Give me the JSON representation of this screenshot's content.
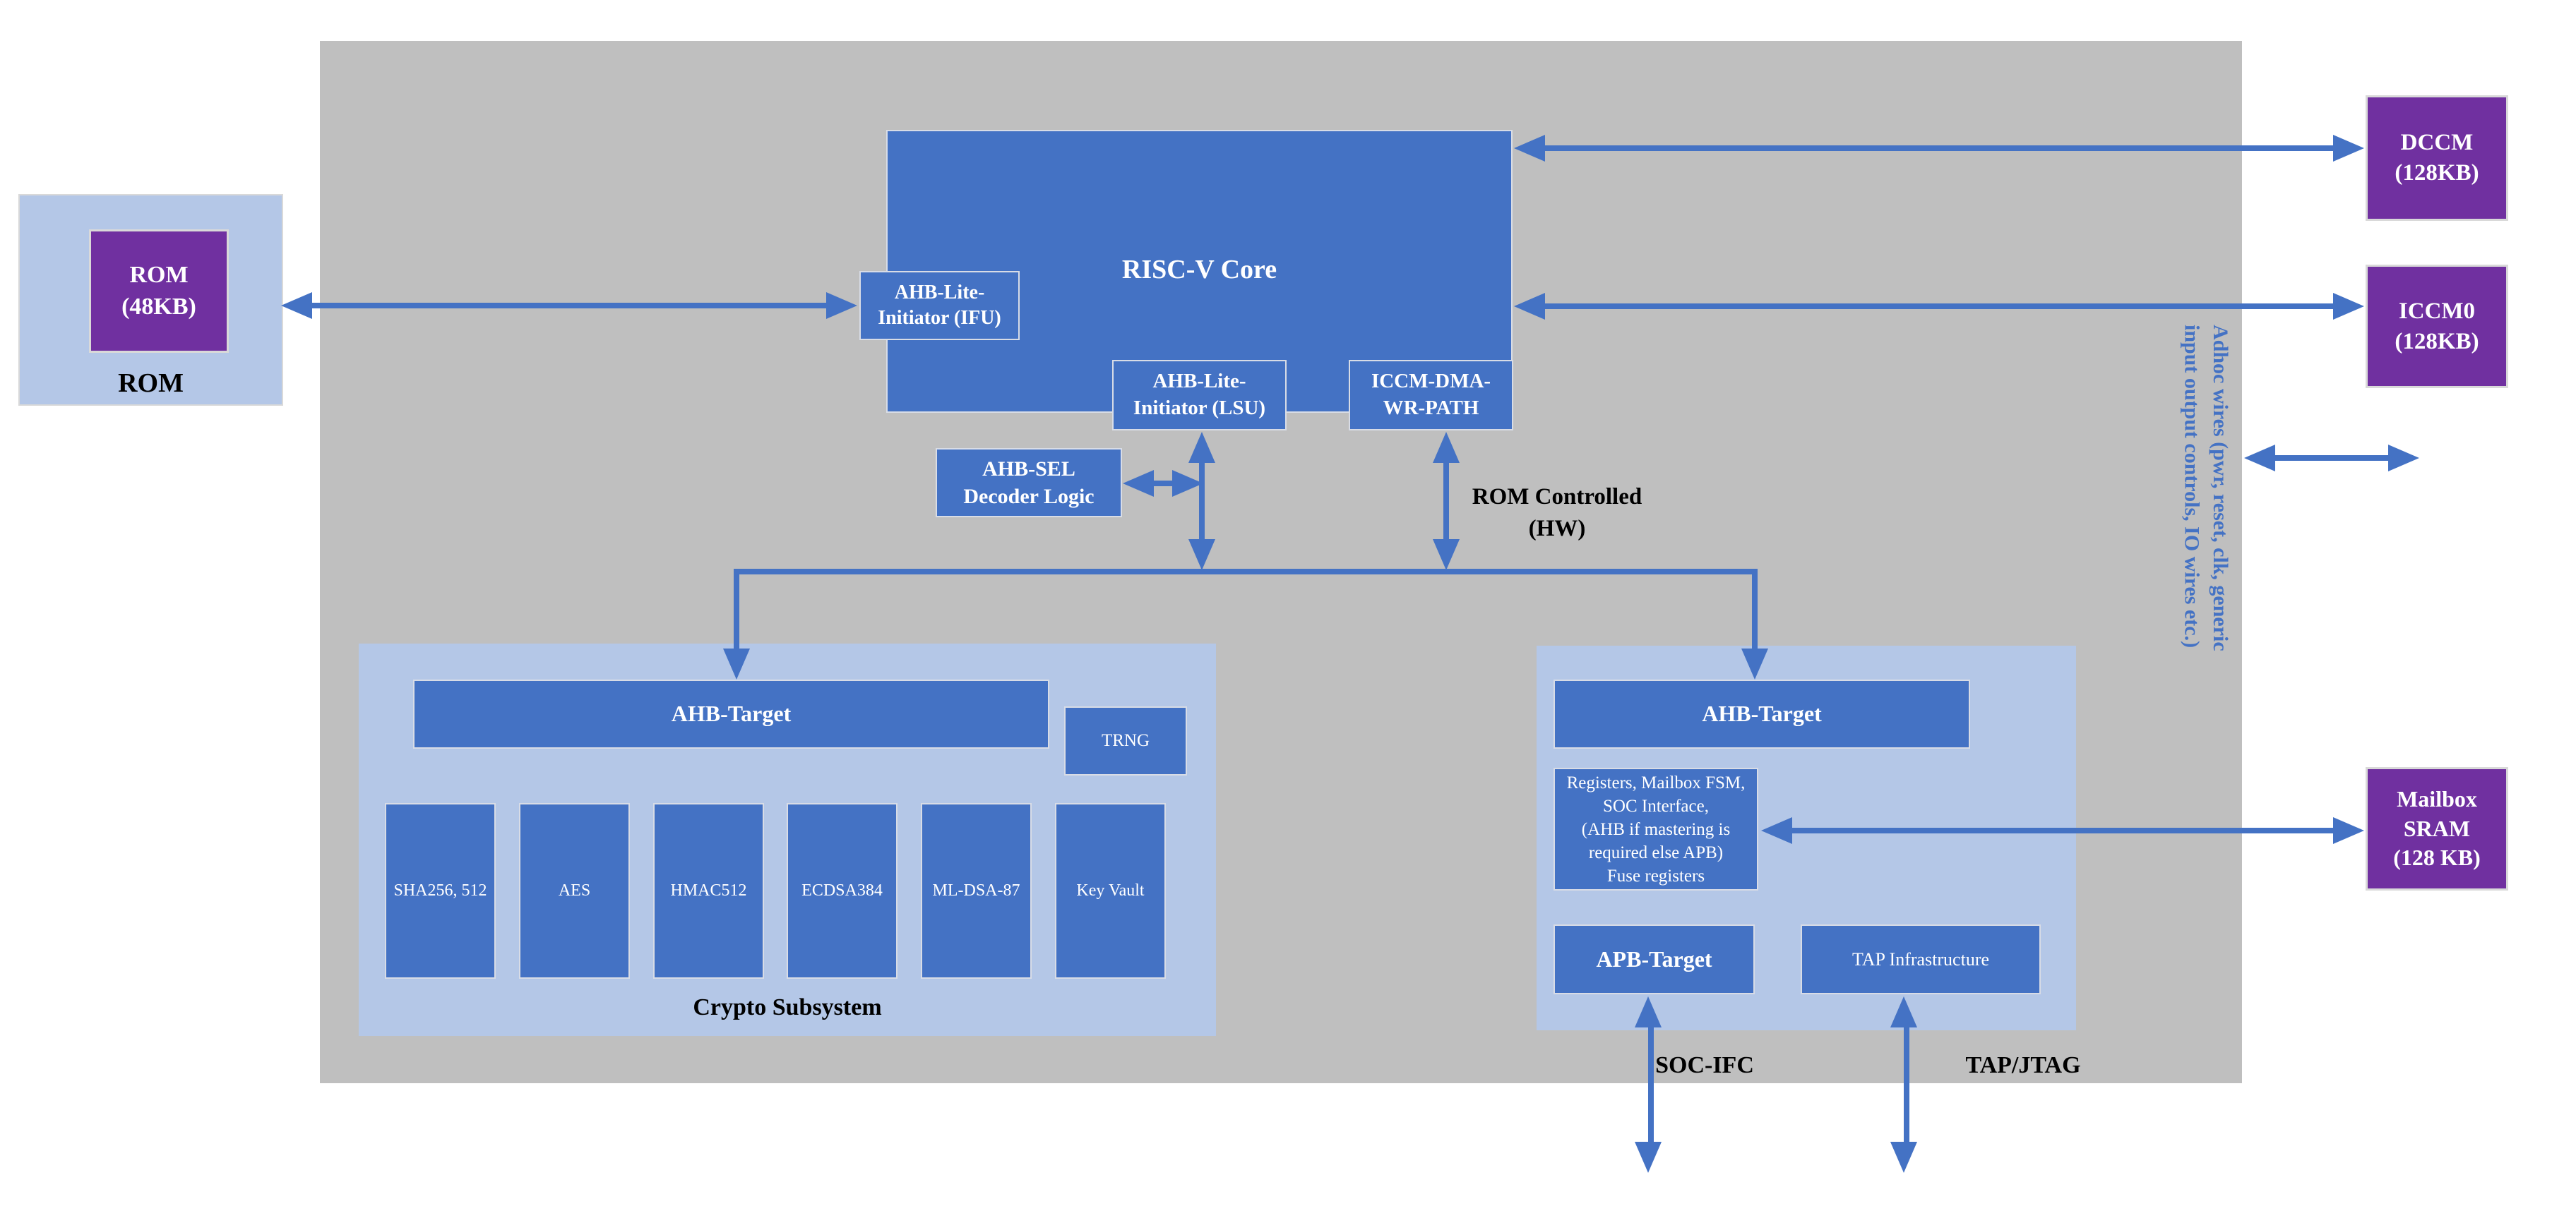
{
  "colors": {
    "accent_blue": "#4472c4",
    "light_blue_container": "#b4c7e7",
    "purple_memory": "#7030a0",
    "gray_soc_background": "#bfbfbf"
  },
  "blocks": {
    "rom_container_label": "ROM",
    "rom_chip": "ROM\n(48KB)",
    "riscv_core": "RISC-V Core",
    "ifu": "AHB-Lite-\nInitiator (IFU)",
    "lsu": "AHB-Lite-\nInitiator (LSU)",
    "iccm_dma": "ICCM-DMA-\nWR-PATH",
    "ahb_sel": "AHB-SEL\nDecoder Logic",
    "rom_controlled": "ROM Controlled\n(HW)",
    "crypto": {
      "ahb_target": "AHB-Target",
      "trng": "TRNG",
      "engines": [
        "SHA256, 512",
        "AES",
        "HMAC512",
        "ECDSA384",
        "ML-DSA-87",
        "Key Vault"
      ],
      "label": "Crypto Subsystem"
    },
    "soc_ifc": {
      "ahb_target": "AHB-Target",
      "registers": "Registers, Mailbox FSM,\nSOC Interface,\n(AHB if mastering is\nrequired else APB)\nFuse registers",
      "apb_target": "APB-Target",
      "tap": "TAP Infrastructure",
      "label_soc": "SOC-IFC",
      "label_tap": "TAP/JTAG"
    },
    "memories": {
      "dccm": "DCCM\n(128KB)",
      "iccm0": "ICCM0\n(128KB)",
      "mailbox": "Mailbox\nSRAM\n(128 KB)"
    },
    "adhoc_note": "Adhoc wires (pwr, reset, clk, generic\ninput output controls, IO wires etc.)"
  }
}
